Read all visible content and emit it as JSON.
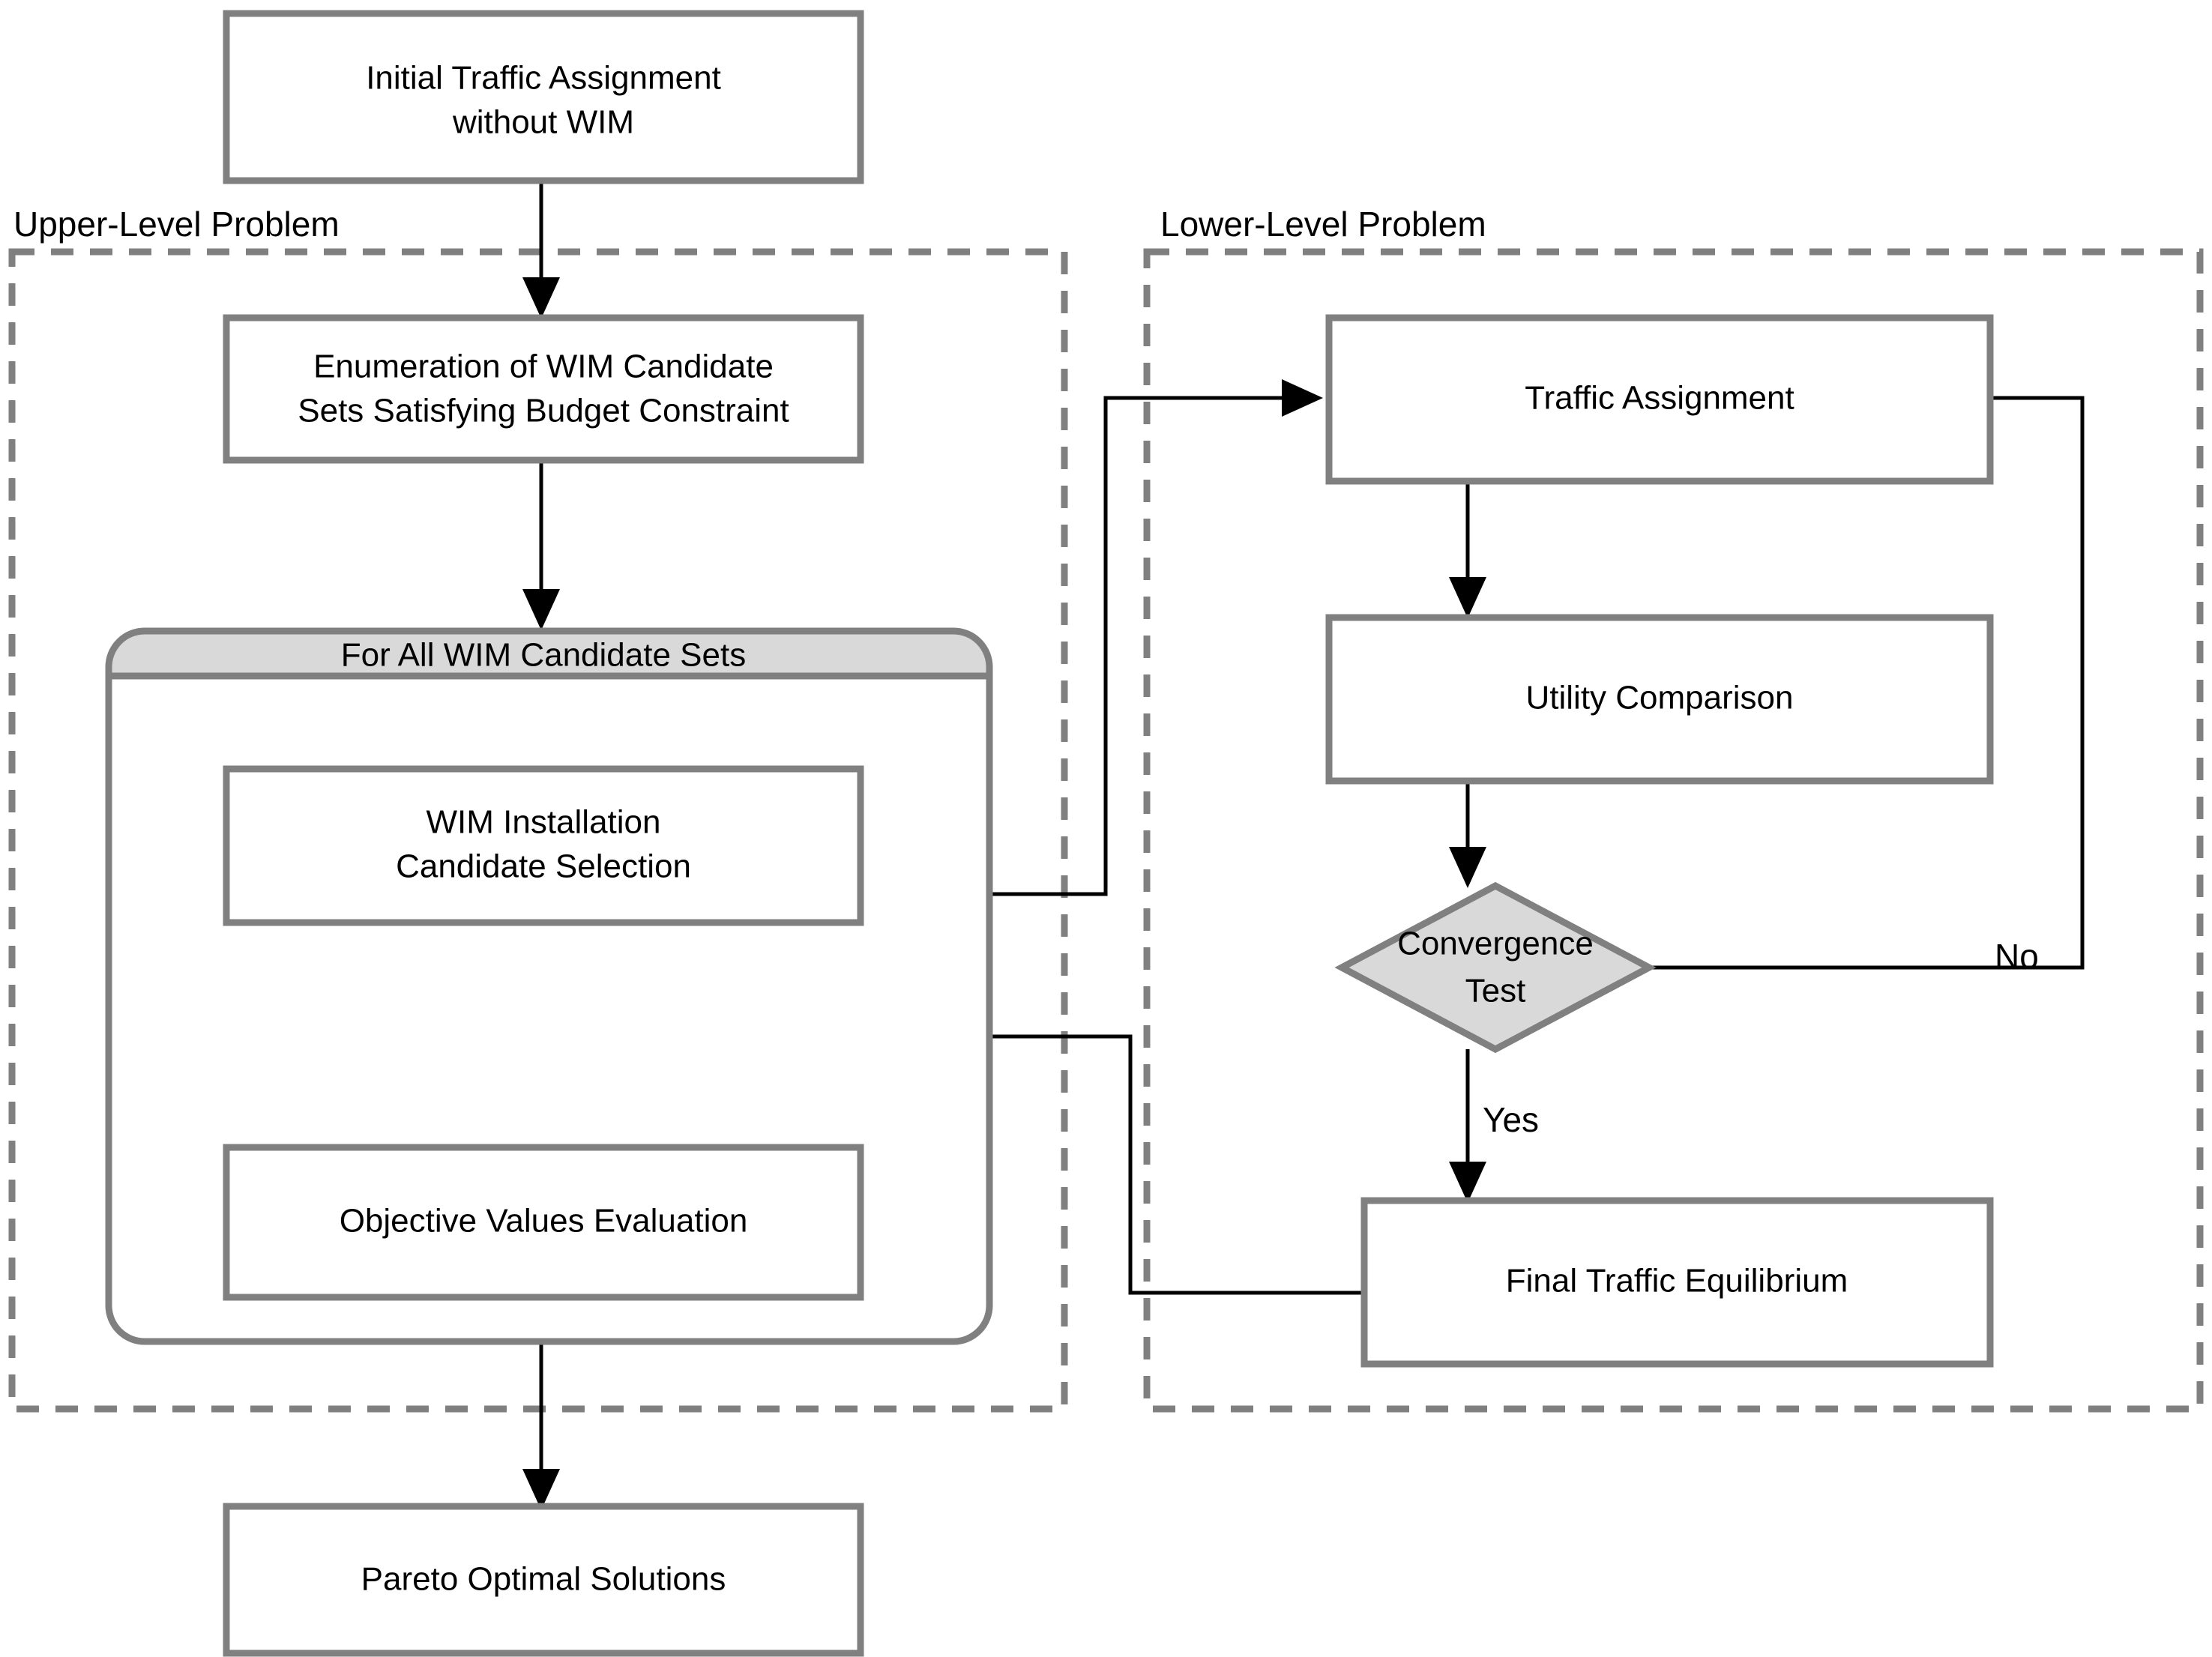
{
  "diagram": {
    "title": "Bi-Level WIM Optimization Flowchart",
    "colors": {
      "node_border": "#808080",
      "node_fill": "#ffffff",
      "shaded_fill": "#d9d9d9",
      "connector": "#000000",
      "group_border": "#808080",
      "background": "#ffffff"
    },
    "groups": [
      {
        "id": "upper",
        "label": "Upper-Level Problem"
      },
      {
        "id": "lower",
        "label": "Lower-Level Problem"
      }
    ],
    "nodes": [
      {
        "id": "initial",
        "label_line1": "Initial Traffic Assignment",
        "label_line2": "without WIM",
        "shape": "rectangle"
      },
      {
        "id": "enumeration",
        "label_line1": "Enumeration of WIM Candidate",
        "label_line2": "Sets Satisfying Budget Constraint",
        "shape": "rectangle"
      },
      {
        "id": "loop",
        "label_line1": "For All WIM Candidate Sets",
        "label_line2": "",
        "shape": "loop-container"
      },
      {
        "id": "wim-selection",
        "label_line1": "WIM Installation",
        "label_line2": "Candidate Selection",
        "shape": "rectangle"
      },
      {
        "id": "objective",
        "label_line1": "Objective Values Evaluation",
        "label_line2": "",
        "shape": "rectangle"
      },
      {
        "id": "pareto",
        "label_line1": "Pareto Optimal Solutions",
        "label_line2": "",
        "shape": "rectangle"
      },
      {
        "id": "traffic",
        "label_line1": "Traffic Assignment",
        "label_line2": "",
        "shape": "rectangle"
      },
      {
        "id": "utility",
        "label_line1": "Utility Comparison",
        "label_line2": "",
        "shape": "rectangle"
      },
      {
        "id": "convergence",
        "label_line1": "Convergence",
        "label_line2": "Test",
        "shape": "diamond"
      },
      {
        "id": "final",
        "label_line1": "Final Traffic Equilibrium",
        "label_line2": "",
        "shape": "rectangle"
      }
    ],
    "edge_labels": [
      {
        "id": "no",
        "text": "No"
      },
      {
        "id": "yes",
        "text": "Yes"
      }
    ]
  }
}
